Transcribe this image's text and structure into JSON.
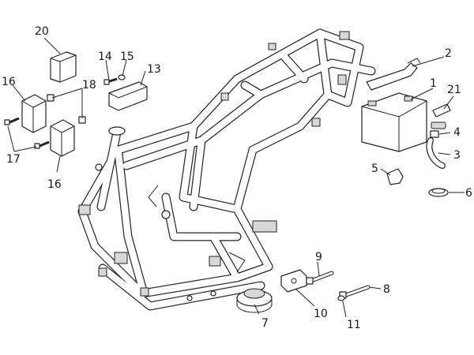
{
  "diagram": {
    "callouts": [
      {
        "id": "c1",
        "label": "1"
      },
      {
        "id": "c2",
        "label": "2"
      },
      {
        "id": "c3",
        "label": "3"
      },
      {
        "id": "c4",
        "label": "4"
      },
      {
        "id": "c5",
        "label": "5"
      },
      {
        "id": "c6",
        "label": "6"
      },
      {
        "id": "c7",
        "label": "7"
      },
      {
        "id": "c8",
        "label": "8"
      },
      {
        "id": "c9",
        "label": "9"
      },
      {
        "id": "c10",
        "label": "10"
      },
      {
        "id": "c11",
        "label": "11"
      },
      {
        "id": "c13",
        "label": "13"
      },
      {
        "id": "c14",
        "label": "14"
      },
      {
        "id": "c15",
        "label": "15"
      },
      {
        "id": "c16a",
        "label": "16"
      },
      {
        "id": "c16b",
        "label": "16"
      },
      {
        "id": "c17",
        "label": "17"
      },
      {
        "id": "c18",
        "label": "18"
      },
      {
        "id": "c20",
        "label": "20"
      },
      {
        "id": "c21",
        "label": "21"
      }
    ]
  }
}
